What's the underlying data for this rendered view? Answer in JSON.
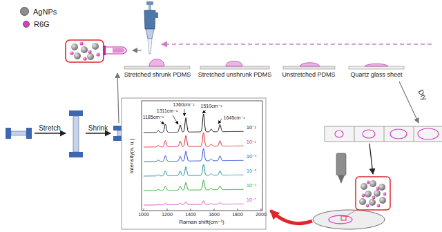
{
  "diagram": {
    "labels": [
      "Stretch",
      "Shrink",
      "Stretched shrunk PDMS",
      "Stretched unshrunk PDMS",
      "Unstretched PDMS",
      "Quartz glass sheet",
      "Dry",
      "1185cm⁻¹",
      "1311cm⁻¹",
      "1360cm⁻¹",
      "1510cm⁻¹",
      "1645cm⁻¹",
      "Intensity(a. u.)",
      "Raman shift(cm⁻¹)",
      "1000",
      "1200",
      "1400",
      "1600",
      "1800",
      "2000",
      "10⁻²",
      "10⁻³",
      "10⁻⁴",
      "10⁻⁵",
      "10⁻⁶",
      "10⁻⁷"
    ],
    "legend": [
      {
        "text": "AgNPs",
        "color": "#8c8c8c"
      },
      {
        "text": "R6G",
        "color": "#d63fc4"
      }
    ]
  }
}
